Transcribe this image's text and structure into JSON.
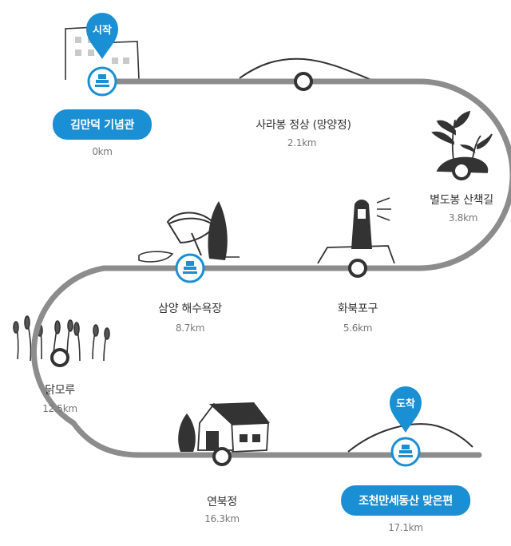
{
  "colors": {
    "route": "#8c8c8c",
    "accent": "#1a8fd3",
    "sketch": "#333333",
    "text": "#333333",
    "muted": "#777777"
  },
  "start_pin": "시작",
  "end_pin": "도착",
  "stops": [
    {
      "name": "김만덕 기념관",
      "distance": "0km",
      "marker": "blue-disc",
      "style": "pill"
    },
    {
      "name": "사라봉 정상 (망양정)",
      "distance": "2.1km",
      "marker": "ring"
    },
    {
      "name": "별도봉 산책길",
      "distance": "3.8km",
      "marker": "ring"
    },
    {
      "name": "화북포구",
      "distance": "5.6km",
      "marker": "ring"
    },
    {
      "name": "삼양 해수욕장",
      "distance": "8.7km",
      "marker": "blue-disc"
    },
    {
      "name": "닭모루",
      "distance": "12.5km",
      "marker": "ring"
    },
    {
      "name": "연북정",
      "distance": "16.3km",
      "marker": "ring"
    },
    {
      "name": "조천만세동산 맞은편",
      "distance": "17.1km",
      "marker": "blue-disc",
      "style": "pill"
    }
  ]
}
